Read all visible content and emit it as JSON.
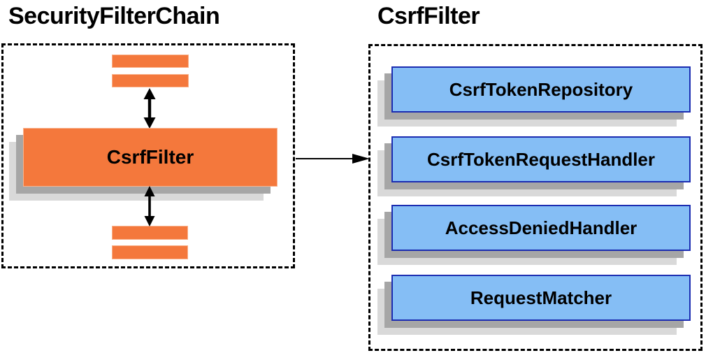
{
  "diagram": {
    "left_panel": {
      "title": "SecurityFilterChain",
      "node_label": "CsrfFilter"
    },
    "right_panel": {
      "title": "CsrfFilter",
      "components": [
        {
          "label": "CsrfTokenRepository"
        },
        {
          "label": "CsrfTokenRequestHandler"
        },
        {
          "label": "AccessDeniedHandler"
        },
        {
          "label": "RequestMatcher"
        }
      ]
    },
    "icons": {
      "vertical_connector": "double-arrow-icon",
      "flow_connector": "arrow-right-icon"
    },
    "colors": {
      "orange": "#f4783c",
      "blue_fill": "#85bef5",
      "blue_border": "#1b2cb1",
      "shadow_dark": "#a6a6a6",
      "shadow_light": "#d9d9d9",
      "line": "#000000"
    }
  }
}
